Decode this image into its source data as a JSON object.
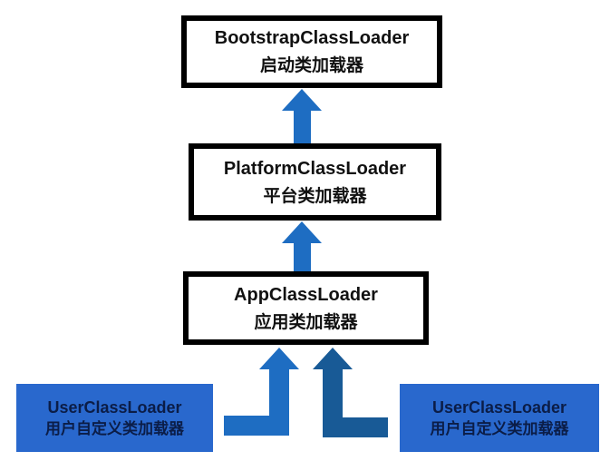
{
  "diagram": {
    "subject": "Java class loader hierarchy",
    "nodes": {
      "bootstrap": {
        "name": "BootstrapClassLoader",
        "label_zh": "启动类加载器"
      },
      "platform": {
        "name": "PlatformClassLoader",
        "label_zh": "平台类加载器"
      },
      "app": {
        "name": "AppClassLoader",
        "label_zh": "应用类加载器"
      },
      "user_left": {
        "name": "UserClassLoader",
        "label_zh": "用户自定义类加载器"
      },
      "user_right": {
        "name": "UserClassLoader",
        "label_zh": "用户自定义类加载器"
      }
    },
    "edges": [
      {
        "from": "platform",
        "to": "bootstrap",
        "style": "straight-up"
      },
      {
        "from": "app",
        "to": "platform",
        "style": "straight-up"
      },
      {
        "from": "user_left",
        "to": "app",
        "style": "elbow-up"
      },
      {
        "from": "user_right",
        "to": "app",
        "style": "elbow-up"
      }
    ]
  },
  "colors": {
    "background": "#ffffff",
    "node_border": "#000000",
    "node_text": "#111111",
    "arrow_blue": "#1e6dc2",
    "elbow_right_blue": "#185a96",
    "user_box_bg": "#2968cd",
    "user_box_text": "#0b1d47"
  }
}
